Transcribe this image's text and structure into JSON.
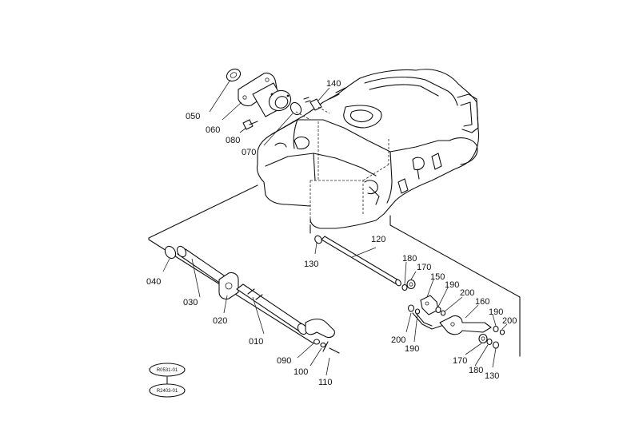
{
  "parts": [
    {
      "id": "p050",
      "label": "050"
    },
    {
      "id": "p060",
      "label": "060"
    },
    {
      "id": "p080",
      "label": "080"
    },
    {
      "id": "p070",
      "label": "070"
    },
    {
      "id": "p140",
      "label": "140"
    },
    {
      "id": "p040",
      "label": "040"
    },
    {
      "id": "p030",
      "label": "030"
    },
    {
      "id": "p020",
      "label": "020"
    },
    {
      "id": "p010",
      "label": "010"
    },
    {
      "id": "p090",
      "label": "090"
    },
    {
      "id": "p100",
      "label": "100"
    },
    {
      "id": "p110",
      "label": "110"
    },
    {
      "id": "p130a",
      "label": "130"
    },
    {
      "id": "p120",
      "label": "120"
    },
    {
      "id": "p180a",
      "label": "180"
    },
    {
      "id": "p170a",
      "label": "170"
    },
    {
      "id": "p150",
      "label": "150"
    },
    {
      "id": "p190a",
      "label": "190"
    },
    {
      "id": "p200a",
      "label": "200"
    },
    {
      "id": "p160",
      "label": "160"
    },
    {
      "id": "p190b",
      "label": "190"
    },
    {
      "id": "p200b",
      "label": "200"
    },
    {
      "id": "p200c",
      "label": "200"
    },
    {
      "id": "p190c",
      "label": "190"
    },
    {
      "id": "p170b",
      "label": "170"
    },
    {
      "id": "p180b",
      "label": "180"
    },
    {
      "id": "p130b",
      "label": "130"
    }
  ],
  "references": [
    {
      "label": "R0531-01"
    },
    {
      "label": "R2403-01"
    }
  ]
}
